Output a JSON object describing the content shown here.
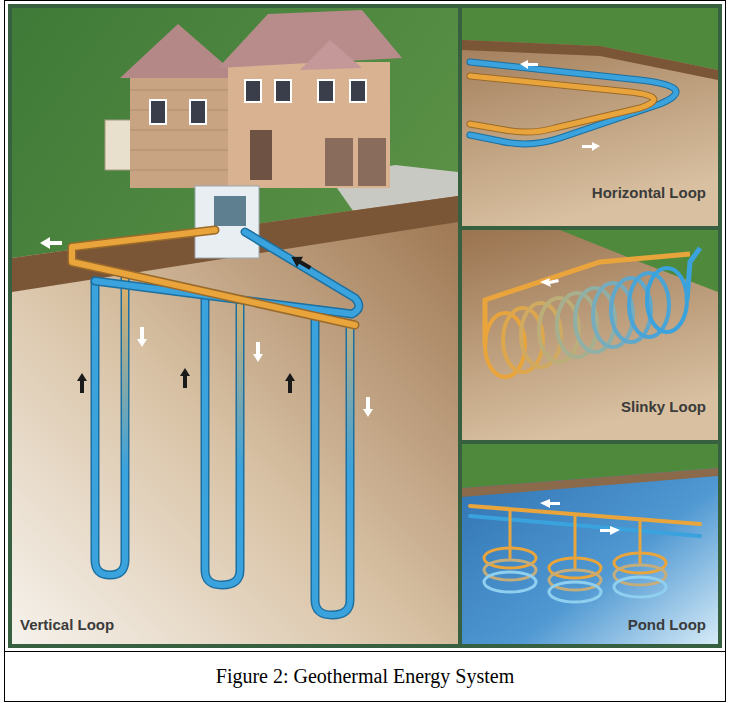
{
  "diagram": {
    "caption": "Figure 2: Geothermal Energy System",
    "nodes": [
      {
        "text": [
          "Vertical Loop"
        ]
      },
      {
        "text": [
          "Horizontal Loop"
        ]
      },
      {
        "text": [
          "Slinky Loop"
        ]
      },
      {
        "text": [
          "Pond Loop"
        ]
      }
    ]
  }
}
